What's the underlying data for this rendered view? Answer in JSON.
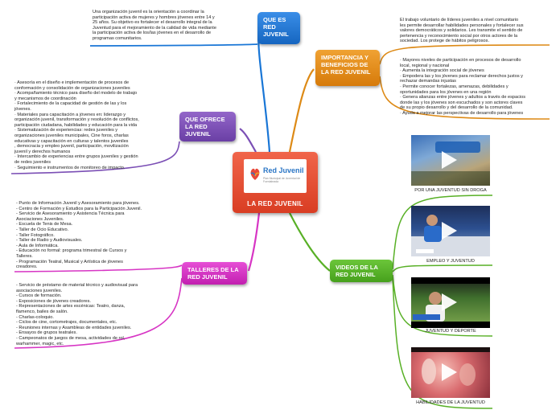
{
  "center": {
    "title": "LA RED JUVENIL",
    "logo_name": "Red Juvenil",
    "logo_tagline": "Plan Municipal de Juventud de Fuenlabrada"
  },
  "nodes": {
    "que_es": "QUE ES RED JUVENIL",
    "que_ofrece": "QUE OFRECE LA RED JUVENIL",
    "talleres": "TALLERES DE LA RED JUVENIL",
    "importancia": "IMPORTANCIA Y BENEFICIOS DE LA RED JUVENIL",
    "videos": "VIDEOS DE LA RED JUVENIL"
  },
  "texts": {
    "que_es": "Una  organización juvenil es  la  orientación a coordinar la\nparticipación activa de mujeres y hombres jóvenes entre 14 y\n25 años. Su objetivo es fortalecer el desarrollo integral de la\nJuventud para el mejoramiento de la calidad de vida mediante\nla participación activa de los/las jóvenes en el desarrollo de\nprogramas comunitarios.",
    "que_ofrece": "· Asesoría en el diseño e implementación de procesos de\nconformación y consolidación de organizaciones juveniles\n· Acompañamiento técnico para diseño del modelo de trabajo\ny mecanismos de coordinación\n· Fortalecimiento de la capacidad de gestión de las y los\njóvenes.\n· Materiales para capacitación a jóvenes en: liderazgo y\norganización juvenil, transformación y resolución de conflictos,\nparticipación ciudadana, habilidades y educación para la vida\n· Sistematización de experiencias: redes juveniles y\norganizaciones   juveniles municipales, Cine foros, charlas\neducativas  y  capacitación   en  culturas y talentos   juveniles\n, democracia y empleo  juvenil, participación, movilización\njuvenil y derechos humanos\n· Intercambio de experiencias entre grupos juveniles y gestión\nde redes juveniles\n· Seguimiento e instrumentos de monitoreo de impacto.",
    "talleres_1": "- Punto de Información Juvenil y Asesoramiento para jóvenes.\n- Centro de Formación y Estudios para la Participación Juvenil.\n- Servicio de Asesoramiento y Asistencia Técnica para\nAsociaciones Juveniles.\n- Escuela de Tenis de Mesa.\n- Taller de Ocio Educativo.\n- Taller Fotográfico.\n- Taller de Radio y Audiovisuales.\n- Aula de Informática.\n- Educación no formal: programa trimestral de Cursos y\nTalleres.\n- Programación Teatral, Musical y Artística de jóvenes\ncreadores.",
    "talleres_2": "- Servicio de préstamo de material técnico y audiovisual para\nasociaciones juveniles.\n- Cursos de formación.\n- Exposiciones de jóvenes creadores.\n- Representaciones de artes escénicas: Teatro, danza,\nflamenco, bailes de salón.\n- Charlas-coloquio.\n- Ciclos de cine, cortometrajes, documentales, etc.\n- Reuniones internas y Asambleas de entidades juveniles.\n- Ensayos de grupos teatrales.\n- Campeonatos de juegos de mesa, actividades de rol,\nwarhammer, magic, etc.",
    "importancia_1": "El trabajo voluntario de líderes juveniles a nivel comunitario\nles permite desarrollar habilidades personales y fortalecer sus\nvalores democráticos y solidarios. Les transmite el sentido de\npertenencia y reconocimiento social por otros actores de la\nsociedad. Los protege de hábitos peligrosos.",
    "importancia_2": "· Mayores niveles de participación en procesos de desarrollo\nlocal, regional y nacional\n· Aumenta la integración social de jóvenes\n· Empodera las y los jóvenes para reclamar derechos justos y\nrechazar demandas injustas\n· Permite conocer fortalezas, amenazas, debilidades y\noportunidades para los jóvenes en una región\n· Genera alianzas entre jóvenes y adultos a través de espacios\ndonde las y los jóvenes son escuchados y son actores claves\nde su propio desarrollo y del desarrollo de la comunidad.\n· Ayuda a mejorar las perspectivas de desarrollo para jóvenes"
  },
  "videos": [
    {
      "caption": "POR UNA JUVENTUD SIN DROGA"
    },
    {
      "caption": "EMPLEO Y JUVENTUD"
    },
    {
      "caption": "JUVENTUD Y DEPORTE"
    },
    {
      "caption": "HABILIDADES DE LA JUVENTUD"
    }
  ],
  "colors": {
    "que_es": "#1976d6",
    "que_ofrece": "#7b4fb5",
    "talleres": "#d735c4",
    "importancia": "#dd8a16",
    "videos": "#58b026",
    "center": "#e24b30"
  },
  "icons": [
    "play-icon",
    "red-juvenil-logo"
  ]
}
